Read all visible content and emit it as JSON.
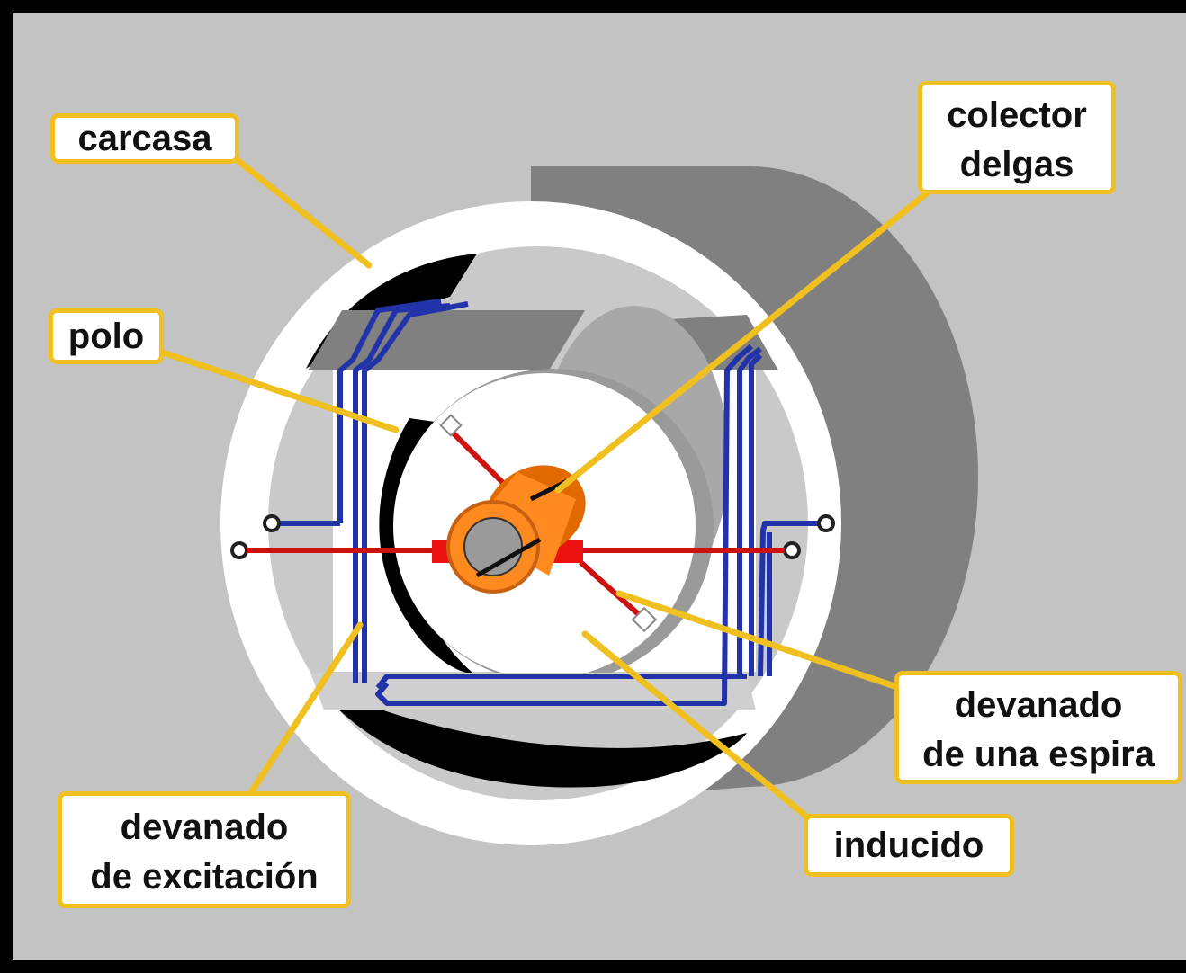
{
  "labels": {
    "carcasa": "carcasa",
    "polo": "polo",
    "colector": [
      "colector",
      "delgas"
    ],
    "devanado_espira": [
      "devanado",
      "de una espira"
    ],
    "inducido": "inducido",
    "devanado_excitacion": [
      "devanado",
      "de excitación"
    ]
  },
  "colors": {
    "background": "#c3c3c3",
    "frame": "#000000",
    "label_border": "#f0c020",
    "leader_line": "#f0c020",
    "housing_dark": "#808080",
    "housing_face": "#ffffff",
    "field_winding": "#2233aa",
    "armature_wire": "#cc1111",
    "commutator": "#ff8a20"
  }
}
